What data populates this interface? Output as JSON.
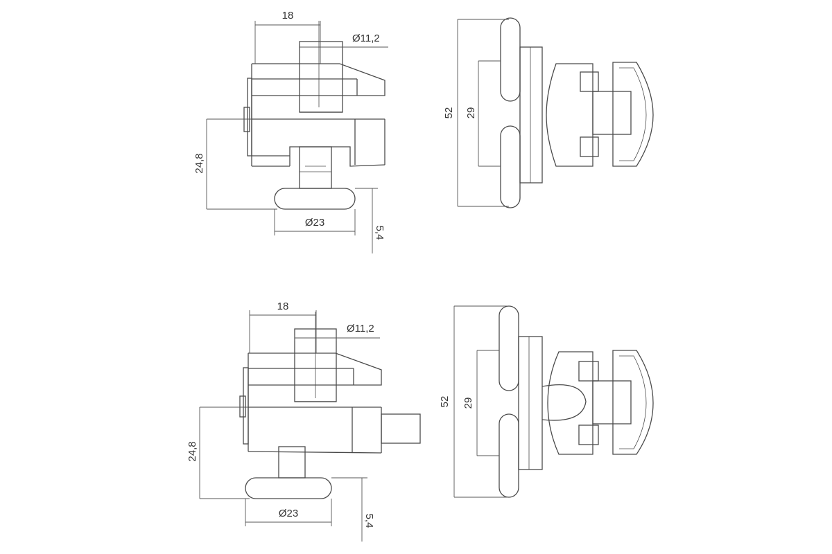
{
  "drawing": {
    "views": [
      {
        "id": "top",
        "dimensions": {
          "width": "18",
          "hole_diameter": "Ø11,2",
          "height": "24,8",
          "knob_diameter": "Ø23",
          "knob_thickness": "5,4",
          "overall": "52",
          "spacing": "29"
        }
      },
      {
        "id": "bottom",
        "dimensions": {
          "width": "18",
          "hole_diameter": "Ø11,2",
          "height": "24,8",
          "knob_diameter": "Ø23",
          "knob_thickness": "5,4",
          "overall": "52",
          "spacing": "29"
        }
      }
    ]
  }
}
